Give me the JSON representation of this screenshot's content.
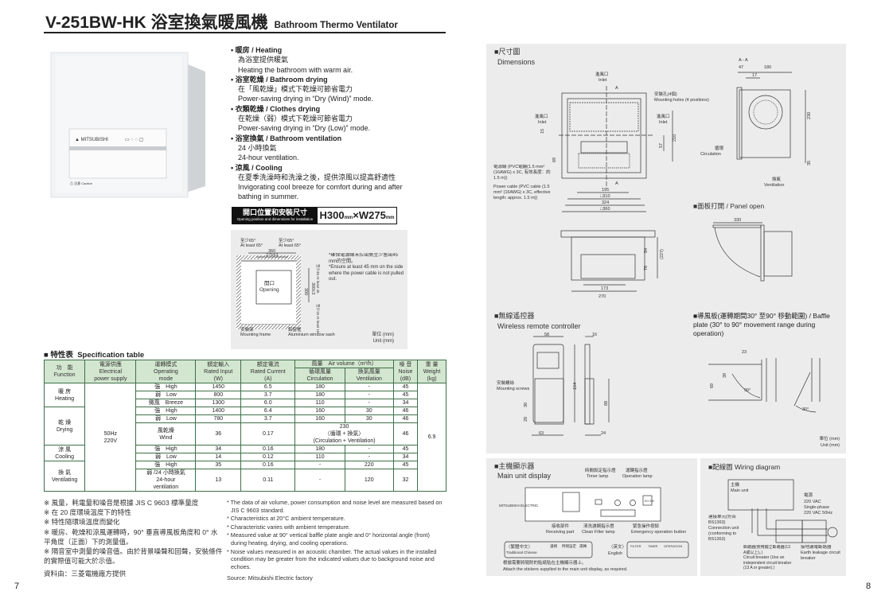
{
  "header": {
    "model": "V-251BW-HK 浴室換氣暖風機",
    "subtitle": "Bathroom Thermo Ventilator"
  },
  "features": [
    {
      "title": "暖房 / Heating",
      "cn": "為浴室提供暖氣",
      "en": "Heating the bathroom with warm air."
    },
    {
      "title": "浴室乾燥 / Bathroom drying",
      "cn": "在「風乾燥」模式下乾燥可節省電力",
      "en": "Power-saving drying in “Dry (Wind)” mode."
    },
    {
      "title": "衣類乾燥 / Clothes drying",
      "cn": "在乾燥（弱）模式下乾燥可節省電力",
      "en": "Power-saving drying in “Dry (Low)” mode."
    },
    {
      "title": "浴室換氣 / Bathroom ventilation",
      "cn": "24 小時換氣",
      "en": "24-hour ventilation."
    },
    {
      "title": "涼風 / Cooling",
      "cn": "在夏季洗澡時和洗澡之後，提供涼風以提高舒適性",
      "en": "Invigorating cool breeze for comfort during and after bathing in summer."
    }
  ],
  "install": {
    "label_cn": "開口位置和安裝尺寸",
    "label_en": "Opening position and dimensions for installation",
    "h": "H300",
    "w": "W275",
    "unit": "mm",
    "x": "×"
  },
  "opening": {
    "atleast_cn": "至少65°",
    "atleast_en": "At least 65°",
    "d360": "360",
    "d275": "275±3",
    "d300": "300",
    "d300b": "300±3",
    "top45": "至少45 At least 45",
    "bot15": "至少15 At least 15",
    "opening_cn": "開口",
    "opening_en": "Opening",
    "frame_cn": "安裝架",
    "frame_en": "Mounting frame",
    "sash_cn": "鋁窗框",
    "sash_en": "Aluminium window sash",
    "note_cn": "*確保電源線未拉出側至少留出45 mm的空間。",
    "note_en": "*Ensure at least 45 mm on the side where the power cable is not pulled out.",
    "unit_cn": "單位 (mm)",
    "unit_en": "Unit (mm)"
  },
  "spec": {
    "title_cn": "特性表",
    "title_en": "Specification table",
    "head1": [
      {
        "t": "功　能\nFunction",
        "rs": 2
      },
      {
        "t": "電源供應\nElectrical\npower supply",
        "rs": 2
      },
      {
        "t": "運轉模式\nOperating\nmode",
        "rs": 2
      },
      {
        "t": "額定輸入\nRated Input\n(W)",
        "rs": 2
      },
      {
        "t": "額定電流\nRated Current\n(A)",
        "rs": 2
      },
      {
        "t": "風量　Air volume（m³/h）",
        "cs": 2
      },
      {
        "t": "噪 音\nNoise\n(dB)",
        "rs": 2
      },
      {
        "t": "重 量\nWeight\n(kg)",
        "rs": 2
      }
    ],
    "head2": [
      {
        "t": "循環風量\nCirculation"
      },
      {
        "t": "換氣風量\nVentilation"
      }
    ],
    "rows": [
      [
        {
          "t": "暖 房\nHeating",
          "rs": 3
        },
        {
          "t": "50Hz\n220V",
          "rs": 10
        },
        {
          "t": "強　High"
        },
        {
          "t": "1450"
        },
        {
          "t": "6.5"
        },
        {
          "t": "180"
        },
        {
          "t": "-"
        },
        {
          "t": "45"
        },
        {
          "t": "6.9",
          "rs": 10
        }
      ],
      [
        {
          "t": "弱　Low"
        },
        {
          "t": "800"
        },
        {
          "t": "3.7"
        },
        {
          "t": "180"
        },
        {
          "t": "-"
        },
        {
          "t": "45"
        }
      ],
      [
        {
          "t": "微風　Breeze"
        },
        {
          "t": "1300"
        },
        {
          "t": "6.0"
        },
        {
          "t": "110"
        },
        {
          "t": "-"
        },
        {
          "t": "34"
        }
      ],
      [
        {
          "t": "乾 燥\nDrying",
          "rs": 3
        },
        {
          "t": "強　High"
        },
        {
          "t": "1400"
        },
        {
          "t": "6.4"
        },
        {
          "t": "160"
        },
        {
          "t": "30"
        },
        {
          "t": "46"
        }
      ],
      [
        {
          "t": "弱　Low"
        },
        {
          "t": "780"
        },
        {
          "t": "3.7"
        },
        {
          "t": "160"
        },
        {
          "t": "30"
        },
        {
          "t": "46"
        }
      ],
      [
        {
          "t": "風乾燥\nWind"
        },
        {
          "t": "36"
        },
        {
          "t": "0.17"
        },
        {
          "t": "230\n（循環 + 換氣）\n(Circulation + Ventilation)",
          "cs": 2
        },
        {
          "t": "46"
        }
      ],
      [
        {
          "t": "涼 風\nCooling",
          "rs": 2
        },
        {
          "t": "強　High"
        },
        {
          "t": "34"
        },
        {
          "t": "0.16"
        },
        {
          "t": "180"
        },
        {
          "t": "-"
        },
        {
          "t": "45"
        }
      ],
      [
        {
          "t": "弱　Low"
        },
        {
          "t": "14"
        },
        {
          "t": "0.12"
        },
        {
          "t": "110"
        },
        {
          "t": "-"
        },
        {
          "t": "34"
        }
      ],
      [
        {
          "t": "換 氣\nVentilating",
          "rs": 2
        },
        {
          "t": "強　High"
        },
        {
          "t": "35"
        },
        {
          "t": "0.16"
        },
        {
          "t": "-"
        },
        {
          "t": "220"
        },
        {
          "t": "45"
        }
      ],
      [
        {
          "t": "弱 /24 小時換氣\n24-hour\nventilation"
        },
        {
          "t": "13"
        },
        {
          "t": "0.11"
        },
        {
          "t": "-"
        },
        {
          "t": "120"
        },
        {
          "t": "32"
        }
      ]
    ]
  },
  "notes_cn": [
    "※ 風量，耗電量和噪音是根據 JIS C 9603 標準量度",
    "※ 在 20 度環境溫度下的特性",
    "※ 特性隨環境溫度而變化",
    "※ 暖房、乾燥和涼風運轉時，90° 垂直導風板角度和 0° 水平角度（正面）下的測量值。",
    "※ 隔音室中測量的噪音值。由於背景噪聲和回聲，安裝條件的實際值可能大於示值。",
    "資料由：三菱電機廠方提供"
  ],
  "notes_en": [
    "* The data of air volume, power consumption and noise level are measured based on JIS C 9603 standard.",
    "* Characteristics at 20°C ambient temperature.",
    "* Characteristic varies with ambient temperature.",
    "* Measured value at 90° vertical baffle plate angle and 0° horizontal angle (front) during heating, drying, and cooling operations.",
    "* Noise values measured in an acoustic chamber. The actual values in the installed condition may be greater from the indicated values due to background noise and echoes.",
    "Source: Mitsubishi Electric factory"
  ],
  "dimensions": {
    "title_cn": "■尺寸圖",
    "title_en": "Dimensions",
    "inlet_cn": "進風口",
    "inlet_en": "Inlet",
    "holes_cn": "安裝孔(4個)",
    "holes_en": "Mounting holes (4 positions)",
    "cable_cn": "電源線 (PVC電纜(1.5 mm² (16AWG) x 3C, 有效長度：約1.5 m))",
    "cable_en": "Power cable (PVC cable (1.5 mm² (16AWG) x 3C, effective length: approx. 1.5 m))",
    "a": "A",
    "aa": "A - A",
    "d195": "195",
    "d310": "□310",
    "d324": "324",
    "d360": "□360",
    "d15": "15",
    "d69": "69",
    "d57": "57",
    "d210": "210",
    "d47": "47",
    "d180": "180",
    "d17": "17",
    "d230": "230",
    "d35": "35",
    "circ_cn": "循環",
    "circ_en": "Circulation",
    "vent_cn": "換氣",
    "vent_en": "Ventilation",
    "d84": "84",
    "d76": "76",
    "d227": "(227)",
    "d173": "173",
    "d270": "270"
  },
  "panel_open": {
    "title": "■面板打開 / Panel open",
    "d330": "330"
  },
  "remote": {
    "title_cn": "■無線遙控器",
    "title_en": "Wireless remote controller",
    "d58": "58",
    "d16": "16",
    "d154": "154",
    "d88": "88",
    "d30": "30",
    "d28": "28",
    "d63": "63",
    "d24": "24",
    "screws_cn": "安裝螺絲",
    "screws_en": "Mounting screws"
  },
  "baffle": {
    "title": "■導風板(運轉期間30° 至90° 移動範圍) / Baffle plate (30° to 90° movement range during operation)",
    "d23": "23",
    "d39": "39",
    "d69": "69",
    "a90": "90°",
    "a30": "30°",
    "unit_cn": "單位 (mm)",
    "unit_en": "Unit (mm)"
  },
  "display": {
    "title_cn": "■主機顯示器",
    "title_en": "Main unit display",
    "timer_cn": "時間設定指示燈",
    "timer_en": "Timer lamp",
    "op_cn": "運轉指示燈",
    "op_en": "Operation lamp",
    "recv_cn": "接收部件",
    "recv_en": "Receiving part",
    "filter_cn": "清洗濾網指示燈",
    "filter_en": "Clean Filter lamp",
    "emg_cn": "緊急操作按鈕",
    "emg_en": "Emergency operation button",
    "logo": "MITSUBISHI ELECTRIC",
    "trad_cn": "〈繁體中文〉",
    "trad_en": "Traditional Chinese",
    "st_cn": [
      "濾網",
      "時間設定",
      "運轉"
    ],
    "eng_cn": "〈英文〉",
    "eng_en": "English",
    "st_en": [
      "FILTER",
      "TIMER",
      "OPERATION"
    ],
    "note_cn": "根據需要將隨附的貼紙貼在主機顯示器上。",
    "note_en": "Attach the stickers supplied to the main unit display, as required.",
    "btn": "EO SW"
  },
  "wiring": {
    "title": "■配線圖 Wiring diagram",
    "main_cn": "主機",
    "main_en": "Main unit",
    "supply_cn": "電源",
    "supply1": "220 VAC",
    "supply2": "Single-phase",
    "supply3": "220 VAC 50Hz",
    "conn_cn": "連接單元(符合BS1363)",
    "conn_en": "Connection unit (conforming to BS1363)",
    "cb_cn": "斷路器(使用獨立斷路器(13 A或以上)。)",
    "cb_en": "Circuit breaker (Use an independent circuit breaker (13 A or greater).)",
    "elcb_cn": "接地漏電斷路器",
    "elcb_en": "Earth leakage circuit breaker"
  },
  "pages": {
    "left": "7",
    "right": "8"
  }
}
